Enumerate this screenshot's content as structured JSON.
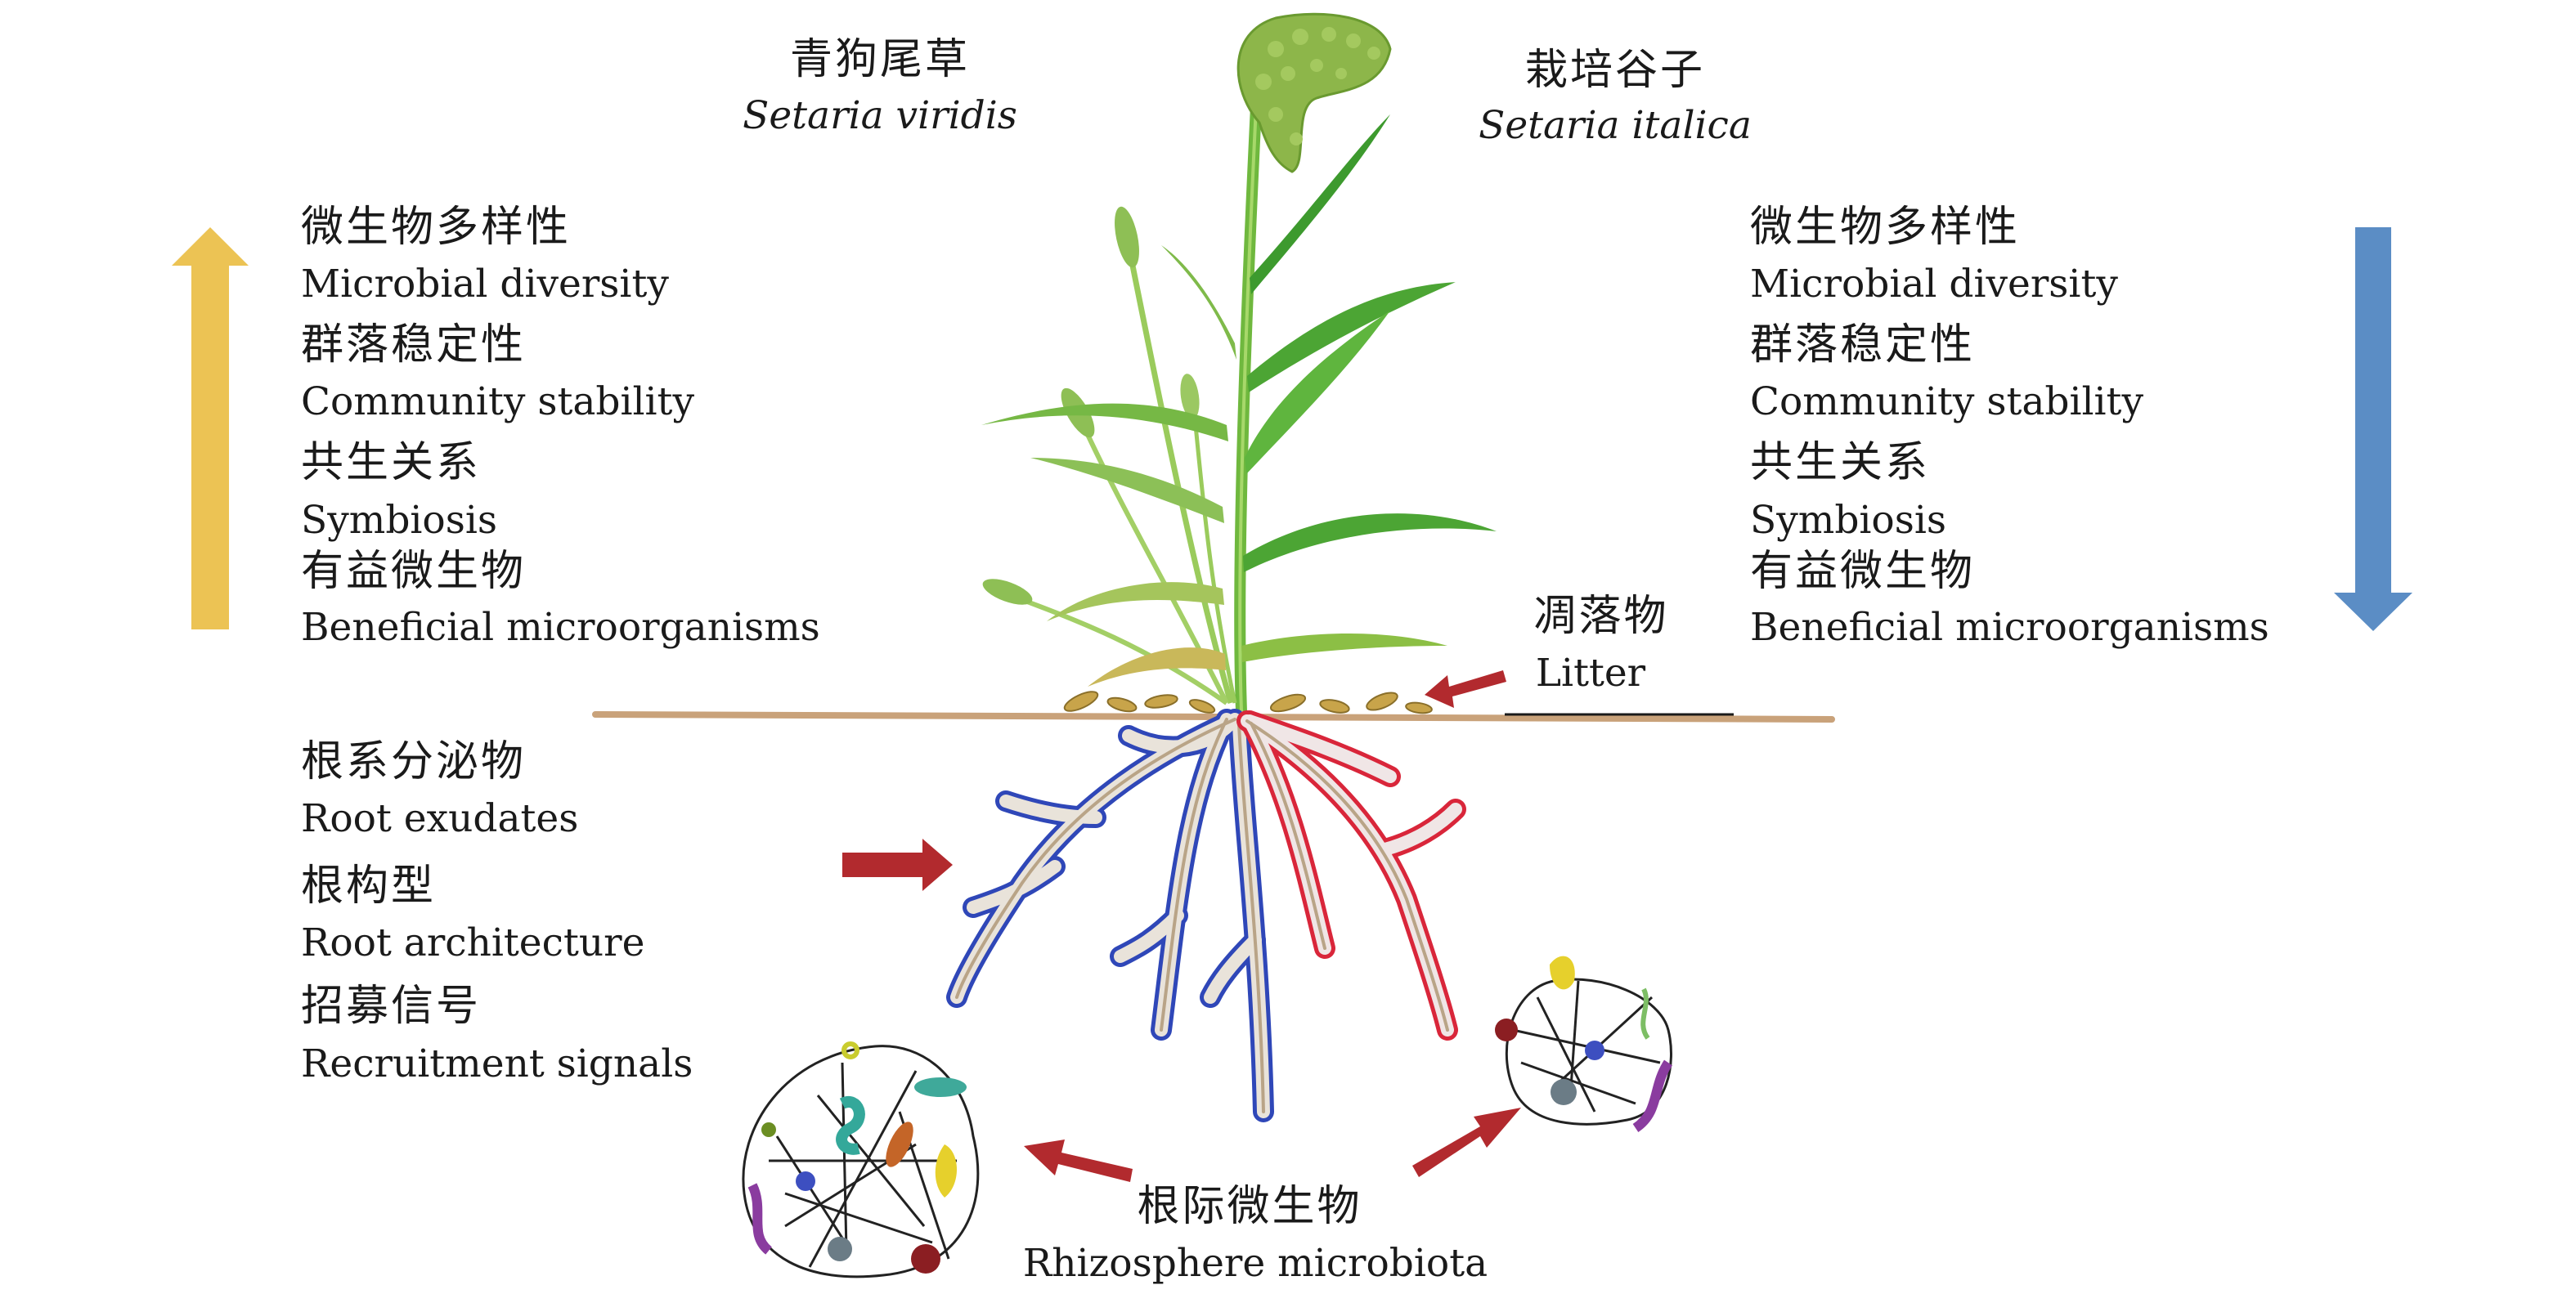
{
  "species": {
    "wild": {
      "zh": "青狗尾草",
      "latin": "Setaria viridis"
    },
    "cultivated": {
      "zh": "栽培谷子",
      "latin": "Setaria italica"
    }
  },
  "left_traits": [
    {
      "zh": "微生物多样性",
      "en": "Microbial diversity"
    },
    {
      "zh": "群落稳定性",
      "en": "Community stability"
    },
    {
      "zh": "共生关系",
      "en": "Symbiosis"
    },
    {
      "zh": "有益微生物",
      "en": "Beneficial microorganisms"
    }
  ],
  "right_traits": [
    {
      "zh": "微生物多样性",
      "en": "Microbial diversity"
    },
    {
      "zh": "群落稳定性",
      "en": "Community stability"
    },
    {
      "zh": "共生关系",
      "en": "Symbiosis"
    },
    {
      "zh": "有益微生物",
      "en": "Beneficial microorganisms"
    }
  ],
  "litter": {
    "zh": "凋落物",
    "en": "Litter"
  },
  "root_factors": [
    {
      "zh": "根系分泌物",
      "en": "Root exudates"
    },
    {
      "zh": "根构型",
      "en": "Root architecture"
    },
    {
      "zh": "招募信号",
      "en": "Recruitment signals"
    }
  ],
  "rhizosphere": {
    "zh": "根际微生物",
    "en": "Rhizosphere microbiota"
  },
  "colors": {
    "increase_arrow": "#ECC354",
    "decrease_arrow": "#5B8DC5",
    "pointer_arrow": "#B22A2E",
    "wild_root": "#2F47B8",
    "cultivated_root": "#D9263A",
    "soil_line": "#C9A27A",
    "leaf": "#5FAE3E"
  }
}
